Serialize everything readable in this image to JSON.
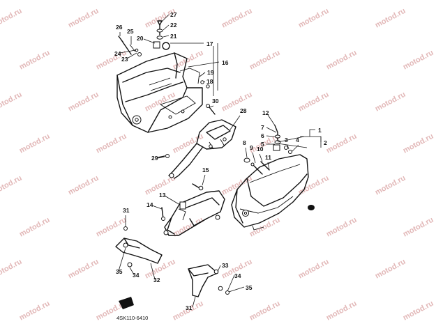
{
  "watermark": "motod.ru",
  "diagram_code": "4SK110-6410",
  "callouts": [
    "1",
    "2",
    "3",
    "4",
    "5",
    "6",
    "7",
    "8",
    "9",
    "10",
    "11",
    "12",
    "13",
    "14",
    "15",
    "16",
    "17",
    "18",
    "19",
    "20",
    "21",
    "22",
    "23",
    "24",
    "25",
    "26",
    "27",
    "28",
    "29",
    "30",
    "31",
    "31",
    "32",
    "33",
    "34",
    "34",
    "35",
    "35"
  ],
  "colors": {
    "ink": "#111111",
    "watermark": "#e2b7b7",
    "background": "#ffffff"
  }
}
